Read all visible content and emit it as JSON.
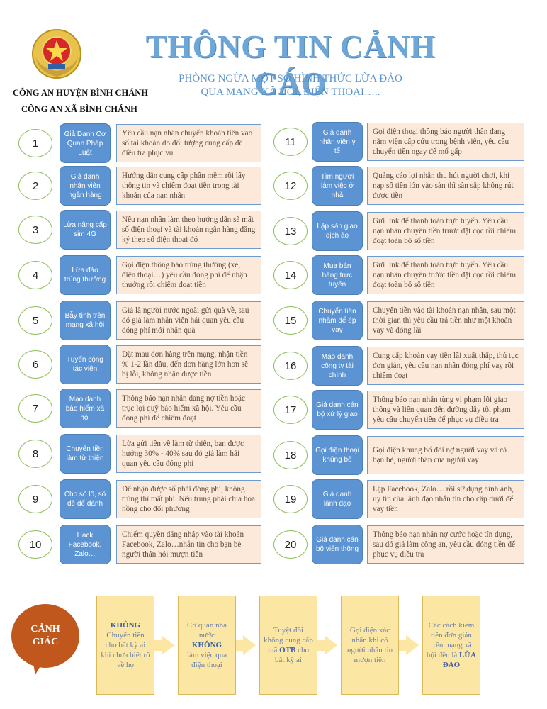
{
  "header": {
    "title": "THÔNG TIN CẢNH CÁO",
    "subtitle_line1": "PHÒNG NGỪA MỘT SỐ HÌNH THỨC LỪA ĐẢO",
    "subtitle_line2": "QUA MẠNG XÃ HỘI, ĐIỆN THOẠI…..",
    "agency_line1": "CÔNG AN HUYỆN BÌNH CHÁNH",
    "agency_line2": "CÔNG AN XÃ BÌNH CHÁNH"
  },
  "items": [
    {
      "num": "1",
      "label": "Giả Danh Cơ Quan Pháp Luật",
      "desc": "Yêu cầu nạn nhân chuyển khoản tiền vào số tài khoản do đối tượng cung cấp để điều tra phục vụ"
    },
    {
      "num": "2",
      "label": "Giả danh nhân viên ngân hàng",
      "desc": "Hướng dẫn cung cấp phần mềm rồi lấy thông tin và chiếm đoạt tiền trong tài khoản của nạn nhân"
    },
    {
      "num": "3",
      "label": "Lừa nâng cấp sim 4G",
      "desc": "Nếu nạn nhân làm theo hướng dẫn sẽ mất số điện thoại và tài khoản ngân hàng đăng ký theo số điện thoại đó"
    },
    {
      "num": "4",
      "label": "Lừa đảo trúng thưởng",
      "desc": "Gọi điện thông báo trúng thưởng (xe, điện thoại…) yêu cầu đóng phí để nhận thưởng rồi chiếm đoạt tiền"
    },
    {
      "num": "5",
      "label": "Bẫy tình trên mạng xã hội",
      "desc": "Giả là người nước ngoài gửi quà về, sau đó giả làm nhân viên hải quan yêu cầu đóng phí mới nhận quà"
    },
    {
      "num": "6",
      "label": "Tuyển cộng tác viên",
      "desc": "Đặt mau đơn hàng trên mạng, nhận tiền % 1-2 lần đầu, đến đơn hàng lớn hơn sẽ bị lỗi, không nhận được tiền"
    },
    {
      "num": "7",
      "label": "Mạo danh bảo hiểm xã hội",
      "desc": "Thông báo nạn nhân đang nợ tiền hoặc trục lợi quỹ bảo hiểm xã hội. Yêu cầu đóng phí để chiếm đoạt"
    },
    {
      "num": "8",
      "label": "Chuyển tiền làm từ thiện",
      "desc": "Lừa gửi tiền về làm từ thiện, bạn được hưởng 30% - 40% sau đó giả làm hải quan yêu cầu đóng phí"
    },
    {
      "num": "9",
      "label": "Cho số lô, số đề để đánh",
      "desc": "Để nhận được số phải đóng phí, không trúng thì mất phí. Nếu trúng phải chia hoa hồng cho đối phương"
    },
    {
      "num": "10",
      "label": "Hack Facebook, Zalo…",
      "desc": "Chiếm quyền đăng nhập vào tài khoản Facebook, Zalo…nhắn tin cho bạn bè người thân hỏi mượn tiền"
    },
    {
      "num": "11",
      "label": "Giả danh nhân viên y tế",
      "desc": "Gọi điện thoại thông báo người thân đang nằm viện cấp cứu trong bệnh viện, yêu cầu chuyển tiền ngay để mổ gấp"
    },
    {
      "num": "12",
      "label": "Tìm người làm việc ở nhà",
      "desc": "Quảng cáo lợi nhận thu hút người chơi, khi nạp số tiền lớn vào sàn thì sàn sập không rút được tiền"
    },
    {
      "num": "13",
      "label": "Lập sàn giao dịch ảo",
      "desc": "Gửi link để thanh toán trực tuyến. Yêu cầu nạn nhân chuyển tiền trước đặt cọc rồi chiếm đoạt toàn bộ số tiền"
    },
    {
      "num": "14",
      "label": "Mua bán hàng trực tuyến",
      "desc": "Gửi link để thanh toán trực tuyến. Yêu cầu nạn nhân chuyển trước tiền đặt cọc rồi chiếm đoạt toàn bộ số tiền"
    },
    {
      "num": "15",
      "label": "Chuyển tiền nhầm để ép vay",
      "desc": "Chuyển tiền vào tài khoản nạn nhân, sau một thời gian thì yêu cầu trả tiền như một khoản vay và đóng lãi"
    },
    {
      "num": "16",
      "label": "Mạo danh công ty tài chính",
      "desc": "Cung cấp khoản vay tiền lãi xuất thấp, thủ tục đơn giản, yêu cầu nạn nhân đóng phí vay rồi chiếm đoạt"
    },
    {
      "num": "17",
      "label": "Giả danh cán bộ xử lý giao",
      "desc": "Thông báo nạn nhân tùng vi phạm lỗi giao thông và liên quan đến đường dây tội phạm yêu cầu chuyển tiền để phục vụ điều tra"
    },
    {
      "num": "18",
      "label": "Gọi điện thoại khủng bố",
      "desc": "Gọi điện khủng bố đòi nợ người vay và cả bạn bè, người thân của người vay"
    },
    {
      "num": "19",
      "label": "Giả danh lãnh đạo",
      "desc": "Lập Facebook, Zalo… rồi sử dụng hình ảnh, uy tín của lãnh đạo nhắn tin cho cấp dưới để vay tiền"
    },
    {
      "num": "20",
      "label": "Giả danh cán bộ viễn thông",
      "desc": "Thông báo nạn nhân nợ cước hoặc tín dụng, sau đó giả làm công an, yêu cầu đóng tiền để phục vụ điều tra"
    }
  ],
  "footer": {
    "warning_line1": "CẢNH",
    "warning_line2": "GIÁC",
    "steps": [
      {
        "pre": "",
        "bold": "KHÔNG",
        "post": "Chuyển tiền cho bất kỳ ai khi chưa biết rõ về họ"
      },
      {
        "pre": "Cơ quan nhà nước",
        "bold": "KHÔNG",
        "post": "làm việc qua điện thoại"
      },
      {
        "pre": "Tuyệt đối không cung cấp mã",
        "bold": "OTB",
        "post": "cho bất kỳ ai"
      },
      {
        "pre": "Gọi điện xác nhận khi có người nhắn tin mượn tiền",
        "bold": "",
        "post": ""
      },
      {
        "pre": "Các cách kiếm tiền đơn giản trên mạng xã hội đều là",
        "bold": "LỪA ĐẢO",
        "post": ""
      }
    ]
  }
}
